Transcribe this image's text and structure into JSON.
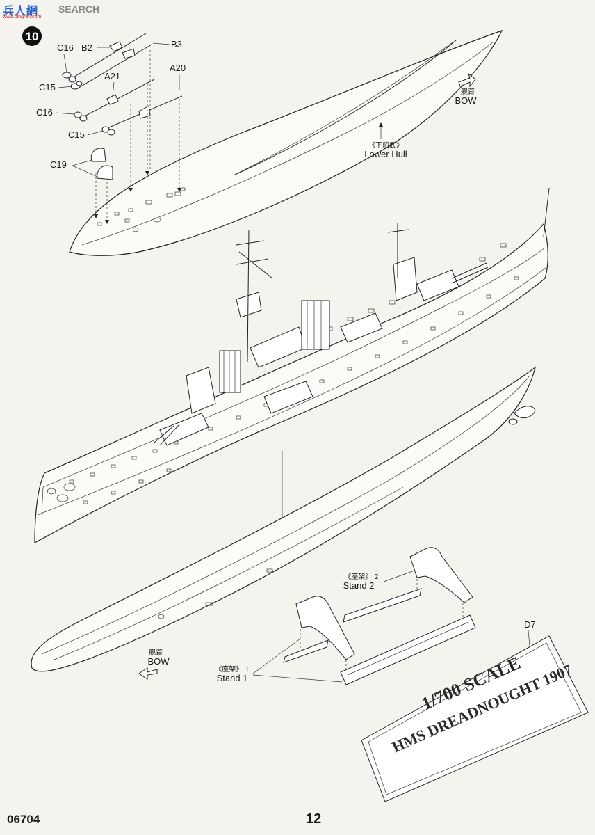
{
  "watermark": {
    "logo": "兵人網",
    "subtitle": "www.bingren.com",
    "search": "SEARCH"
  },
  "step": {
    "number": "10"
  },
  "parts": {
    "c16_top": "C16",
    "b2": "B2",
    "b3": "B3",
    "c15_top": "C15",
    "a21": "A21",
    "a20": "A20",
    "c16_mid": "C16",
    "c15_mid": "C15",
    "c19": "C19",
    "d7": "D7"
  },
  "callouts": {
    "lower_hull_cn": "《下船底》",
    "lower_hull_en": "Lower Hull",
    "bow_top_cn": "舰首",
    "bow_top_en": "BOW",
    "bow_bottom_cn": "舰首",
    "bow_bottom_en": "BOW",
    "stand2_cn": "《座架》 2",
    "stand2_en": "Stand 2",
    "stand1_cn": "《座架》 1",
    "stand1_en": "Stand 1"
  },
  "nameplate": {
    "line1": "1/700 SCALE",
    "line2": "HMS DREADNOUGHT 1907"
  },
  "footer": {
    "code": "06704",
    "page": "12"
  }
}
